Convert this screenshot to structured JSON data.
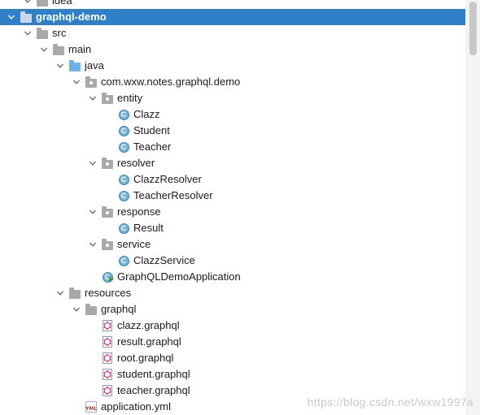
{
  "tree": [
    {
      "label": "idea",
      "level": 2,
      "icon": "folder",
      "expanded": false,
      "partial": true
    },
    {
      "label": "graphql-demo",
      "level": 1,
      "icon": "module-folder",
      "expanded": true,
      "selected": true
    },
    {
      "label": "src",
      "level": 2,
      "icon": "folder",
      "expanded": true
    },
    {
      "label": "main",
      "level": 3,
      "icon": "folder",
      "expanded": true
    },
    {
      "label": "java",
      "level": 4,
      "icon": "source-folder",
      "expanded": true
    },
    {
      "label": "com.wxw.notes.graphql.demo",
      "level": 5,
      "icon": "package",
      "expanded": true
    },
    {
      "label": "entity",
      "level": 6,
      "icon": "package",
      "expanded": true
    },
    {
      "label": "Clazz",
      "level": 7,
      "icon": "class",
      "leaf": true
    },
    {
      "label": "Student",
      "level": 7,
      "icon": "class",
      "leaf": true
    },
    {
      "label": "Teacher",
      "level": 7,
      "icon": "class",
      "leaf": true
    },
    {
      "label": "resolver",
      "level": 6,
      "icon": "package",
      "expanded": true
    },
    {
      "label": "ClazzResolver",
      "level": 7,
      "icon": "class",
      "leaf": true
    },
    {
      "label": "TeacherResolver",
      "level": 7,
      "icon": "class",
      "leaf": true
    },
    {
      "label": "response",
      "level": 6,
      "icon": "package",
      "expanded": true
    },
    {
      "label": "Result",
      "level": 7,
      "icon": "class",
      "leaf": true
    },
    {
      "label": "service",
      "level": 6,
      "icon": "package",
      "expanded": true
    },
    {
      "label": "ClazzService",
      "level": 7,
      "icon": "class",
      "leaf": true
    },
    {
      "label": "GraphQLDemoApplication",
      "level": 6,
      "icon": "spring-app",
      "leaf": true
    },
    {
      "label": "resources",
      "level": 4,
      "icon": "resources-folder",
      "expanded": true
    },
    {
      "label": "graphql",
      "level": 5,
      "icon": "folder",
      "expanded": true
    },
    {
      "label": "clazz.graphql",
      "level": 6,
      "icon": "graphql-file",
      "leaf": true
    },
    {
      "label": "result.graphql",
      "level": 6,
      "icon": "graphql-file",
      "leaf": true
    },
    {
      "label": "root.graphql",
      "level": 6,
      "icon": "graphql-file",
      "leaf": true
    },
    {
      "label": "student.graphql",
      "level": 6,
      "icon": "graphql-file",
      "leaf": true
    },
    {
      "label": "teacher.graphql",
      "level": 6,
      "icon": "graphql-file",
      "leaf": true
    },
    {
      "label": "application.yml",
      "level": 5,
      "icon": "yml-file",
      "leaf": true
    }
  ],
  "colors": {
    "selection": "#2f80c8",
    "class_icon": "#6fb3d8",
    "source_folder": "#6cb4e8"
  },
  "watermark": "https://blog.csdn.net/wxw1997a"
}
